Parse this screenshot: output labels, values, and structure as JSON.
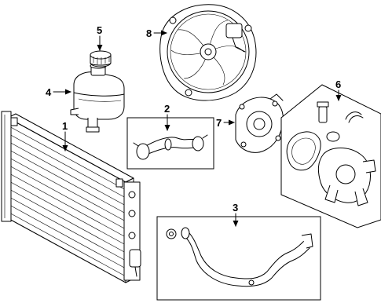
{
  "callouts": [
    {
      "id": "radiator",
      "number": "1"
    },
    {
      "id": "hose-kit",
      "number": "2"
    },
    {
      "id": "lower-hose",
      "number": "3"
    },
    {
      "id": "reservoir",
      "number": "4"
    },
    {
      "id": "reservoir-cap",
      "number": "5"
    },
    {
      "id": "thermostat-kit",
      "number": "6"
    },
    {
      "id": "water-pump",
      "number": "7"
    },
    {
      "id": "fan-assembly",
      "number": "8"
    }
  ]
}
